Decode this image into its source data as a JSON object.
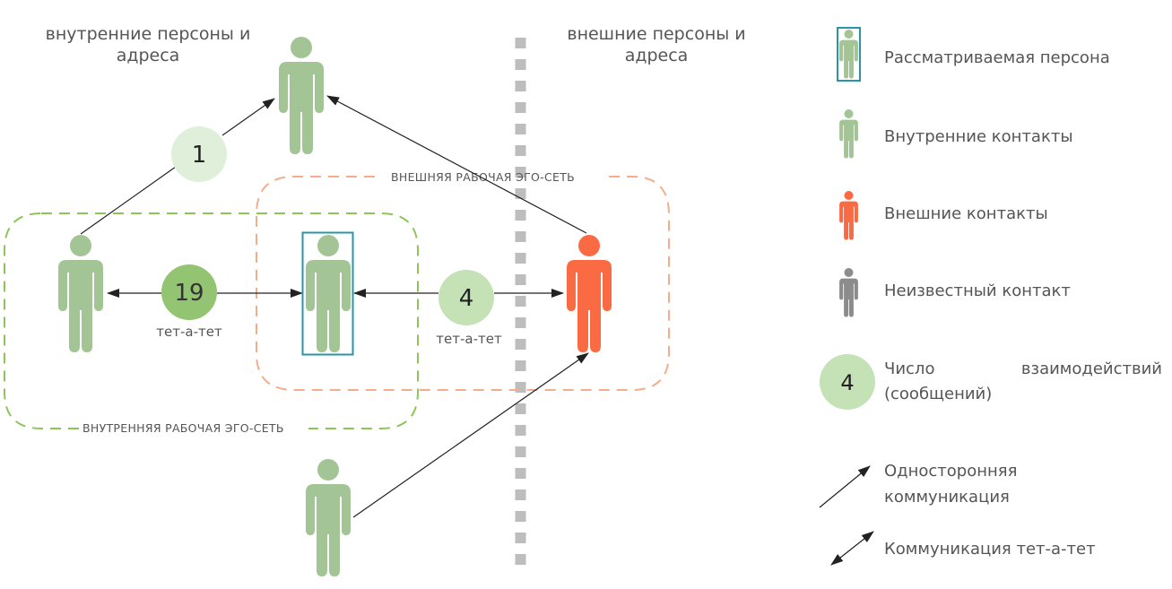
{
  "headers": {
    "internal": [
      "внутренние персоны и",
      "адреса"
    ],
    "external": [
      "внешние персоны и",
      "адреса"
    ]
  },
  "networks": {
    "internal_label": "ВНУТРЕННЯЯ РАБОЧАЯ ЭГО-СЕТЬ",
    "external_label": "ВНЕШНЯЯ РАБОЧАЯ ЭГО-СЕТЬ"
  },
  "edges": {
    "top_count": "1",
    "left_count": "19",
    "left_caption": "тет-а-тет",
    "right_count": "4",
    "right_caption": "тет-а-тет"
  },
  "legend": {
    "focus_person": "Рассматриваемая персона",
    "internal_contacts": "Внутренние контакты",
    "external_contacts": "Внешние контакты",
    "unknown_contact": "Неизвестный контакт",
    "interaction_count_value": "4",
    "interaction_count_line1_a": "Число",
    "interaction_count_line1_b": "взаимодействий",
    "interaction_count_line2": "(сообщений)",
    "one_way_line1": "Односторонняя",
    "one_way_line2": "коммуникация",
    "two_way": "Коммуникация тет-а-тет"
  },
  "colors": {
    "internal_person": "#a3c494",
    "external_person": "#fa6b43",
    "unknown_person": "#8c8c8c",
    "focus_frame": "#2a95a8",
    "internal_net": "#8fc459",
    "external_net": "#f2ad8c",
    "divider": "#bdbdbd",
    "bubble_light": "#e0efd9",
    "bubble_mid": "#c5e2b7",
    "bubble_dark": "#93c472"
  }
}
